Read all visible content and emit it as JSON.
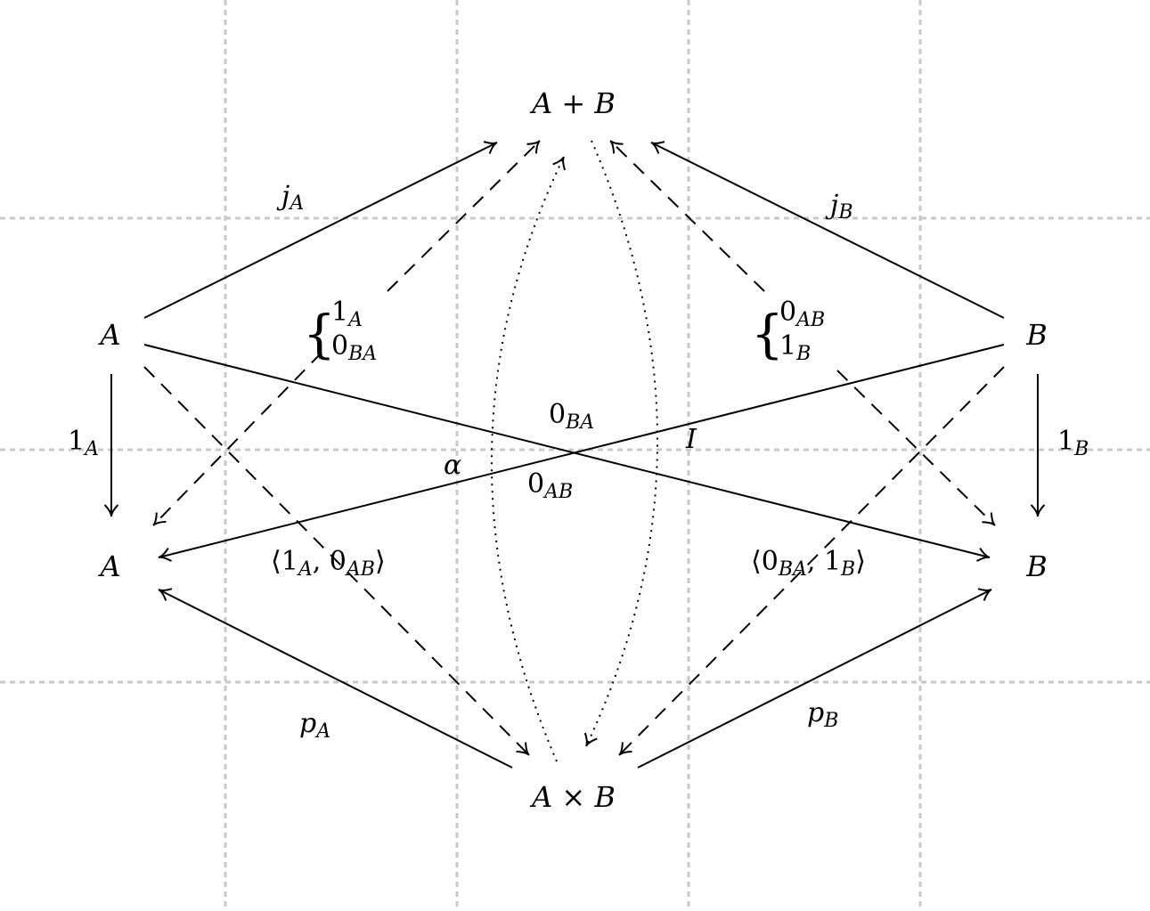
{
  "nodes": {
    "sum": {
      "main": "A",
      "op": " + ",
      "rest": "B"
    },
    "a_top": "A",
    "b_top": "B",
    "a_bot": "A",
    "b_bot": "B",
    "prod": {
      "main": "A",
      "op": " × ",
      "rest": "B"
    }
  },
  "labels": {
    "jA": {
      "m": "j",
      "s": "A"
    },
    "jB": {
      "m": "j",
      "s": "B"
    },
    "oneA": {
      "m": "1",
      "s": "A"
    },
    "oneB": {
      "m": "1",
      "s": "B"
    },
    "pA": {
      "m": "p",
      "s": "A"
    },
    "pB": {
      "m": "p",
      "s": "B"
    },
    "zeroBA": {
      "m": "0",
      "s": "BA"
    },
    "zeroAB": {
      "m": "0",
      "s": "AB"
    },
    "alpha": "α",
    "I": "I",
    "pairA": {
      "open": "⟨",
      "m1": "1",
      "s1": "A",
      "comma": ", ",
      "m2": "0",
      "s2": "AB",
      "close": "⟩"
    },
    "pairB": {
      "open": "⟨",
      "m1": "0",
      "s1": "BA",
      "comma": ", ",
      "m2": "1",
      "s2": "B",
      "close": "⟩"
    },
    "caseLeft": {
      "brace": "{",
      "r1m": "1",
      "r1s": "A",
      "r2m": "0",
      "r2s": "BA"
    },
    "caseRight": {
      "brace": "{",
      "r1m": "0",
      "r1s": "AB",
      "r2m": "1",
      "r2s": "B"
    }
  }
}
